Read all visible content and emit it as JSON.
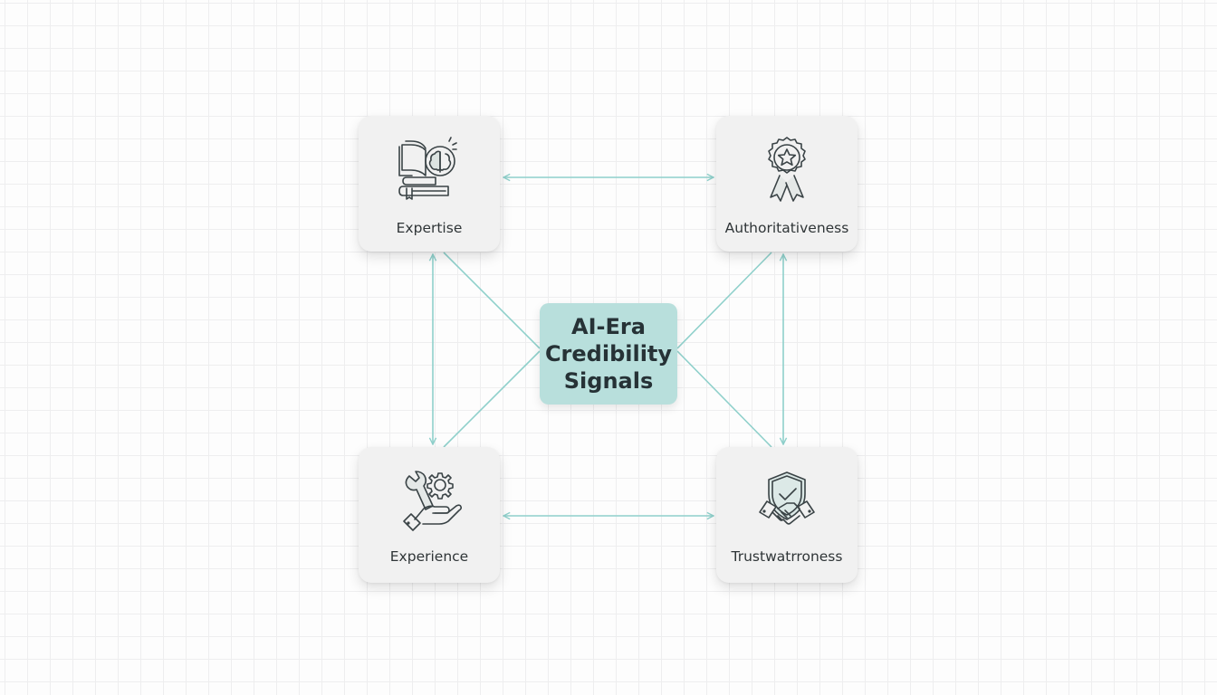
{
  "diagram": {
    "center": {
      "title": "AI-Era\nCredibility\nSignals",
      "color": "#b8dfdc"
    },
    "nodes": [
      {
        "id": "expertise",
        "label": "Expertise",
        "icon": "book-brain-icon"
      },
      {
        "id": "authoritativeness",
        "label": "Authoritativeness",
        "icon": "award-ribbon-icon"
      },
      {
        "id": "experience",
        "label": "Experience",
        "icon": "wrench-gear-hand-icon"
      },
      {
        "id": "trustworthiness",
        "label": "Trustwatrroness",
        "icon": "shield-handshake-icon"
      }
    ],
    "edges": [
      {
        "from": "expertise",
        "to": "authoritativeness",
        "type": "bidirectional"
      },
      {
        "from": "expertise",
        "to": "experience",
        "type": "bidirectional"
      },
      {
        "from": "authoritativeness",
        "to": "trustworthiness",
        "type": "bidirectional"
      },
      {
        "from": "experience",
        "to": "trustworthiness",
        "type": "bidirectional"
      },
      {
        "from": "center",
        "to": "expertise",
        "type": "line"
      },
      {
        "from": "center",
        "to": "authoritativeness",
        "type": "line"
      },
      {
        "from": "center",
        "to": "experience",
        "type": "line"
      },
      {
        "from": "center",
        "to": "trustworthiness",
        "type": "line"
      }
    ],
    "colors": {
      "connector": "#8fd0cb",
      "card_bg": "#f1f1f1",
      "icon_stroke": "#3a4346",
      "text": "#2f3537"
    }
  }
}
